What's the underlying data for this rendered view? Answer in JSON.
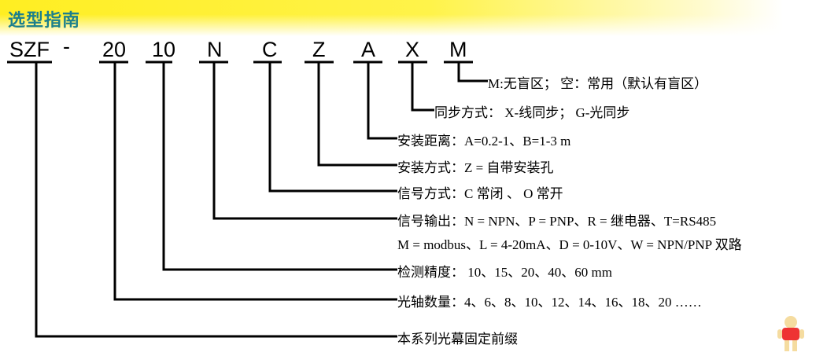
{
  "title": "选型指南",
  "codes": [
    "SZF",
    "-",
    "20",
    "10",
    "N",
    "C",
    "Z",
    "A",
    "X",
    "M"
  ],
  "descriptions": {
    "M": "M:无盲区； 空：常用（默认有盲区）",
    "X": "同步方式：  X-线同步； G-光同步",
    "A": "安装距离：A=0.2-1、B=1-3 m",
    "Z": "安装方式：Z = 自带安装孔",
    "C": "信号方式：C 常闭 、 O 常开",
    "N": "信号输出：N = NPN、P = PNP、R = 继电器、T=RS485",
    "N2": "M = modbus、L = 4-20mA、D = 0-10V、W = NPN/PNP 双路",
    "precision": "检测精度： 10、15、20、40、60 mm",
    "axes": "光轴数量：4、6、8、10、12、14、16、18、20 ……",
    "prefix": "本系列光幕固定前缀"
  }
}
